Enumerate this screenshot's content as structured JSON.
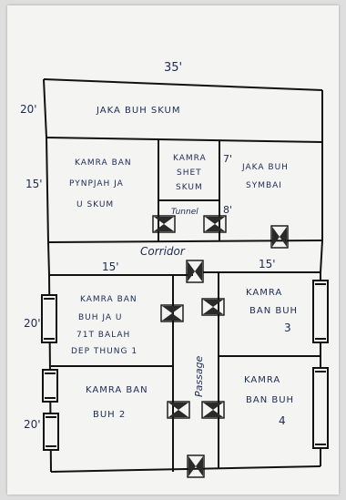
{
  "dimensions": {
    "top_width": "35'",
    "row1_height": "20'",
    "row2_height": "15'",
    "tunnel_width": "7'",
    "tunnel_height": "8'",
    "left_width": "15'",
    "right_width": "15'",
    "row3_height": "20'",
    "row4_height": "20'"
  },
  "rooms": {
    "jaka_buh_skum": "JAKA BUH SKUM",
    "kamra_pynpjah_line1": "KAMRA BAN",
    "kamra_pynpjah_line2": "PYNPJAH JA",
    "kamra_pynpjah_line3": "U SKUM",
    "kamra_shet_line1": "KAMRA",
    "kamra_shet_line2": "SHET",
    "kamra_shet_line3": "SKUM",
    "tunnel": "Tunnel",
    "jaka_symbai_line1": "JAKA BUH",
    "jaka_symbai_line2": "SYMBAI",
    "corridor": "Corridor",
    "room1_line1": "KAMRA BAN",
    "room1_line2": "BUH JA U",
    "room1_line3": "71T BALAH",
    "room1_line4": "DEP THUNG 1",
    "room2_line1": "KAMRA BAN",
    "room2_line2": "BUH 2",
    "room3_line1": "KAMRA",
    "room3_line2": "BAN BUH",
    "room3_line3": "3",
    "room4_line1": "KAMRA",
    "room4_line2": "BAN BUH",
    "room4_line3": "4",
    "passage": "Passage"
  }
}
